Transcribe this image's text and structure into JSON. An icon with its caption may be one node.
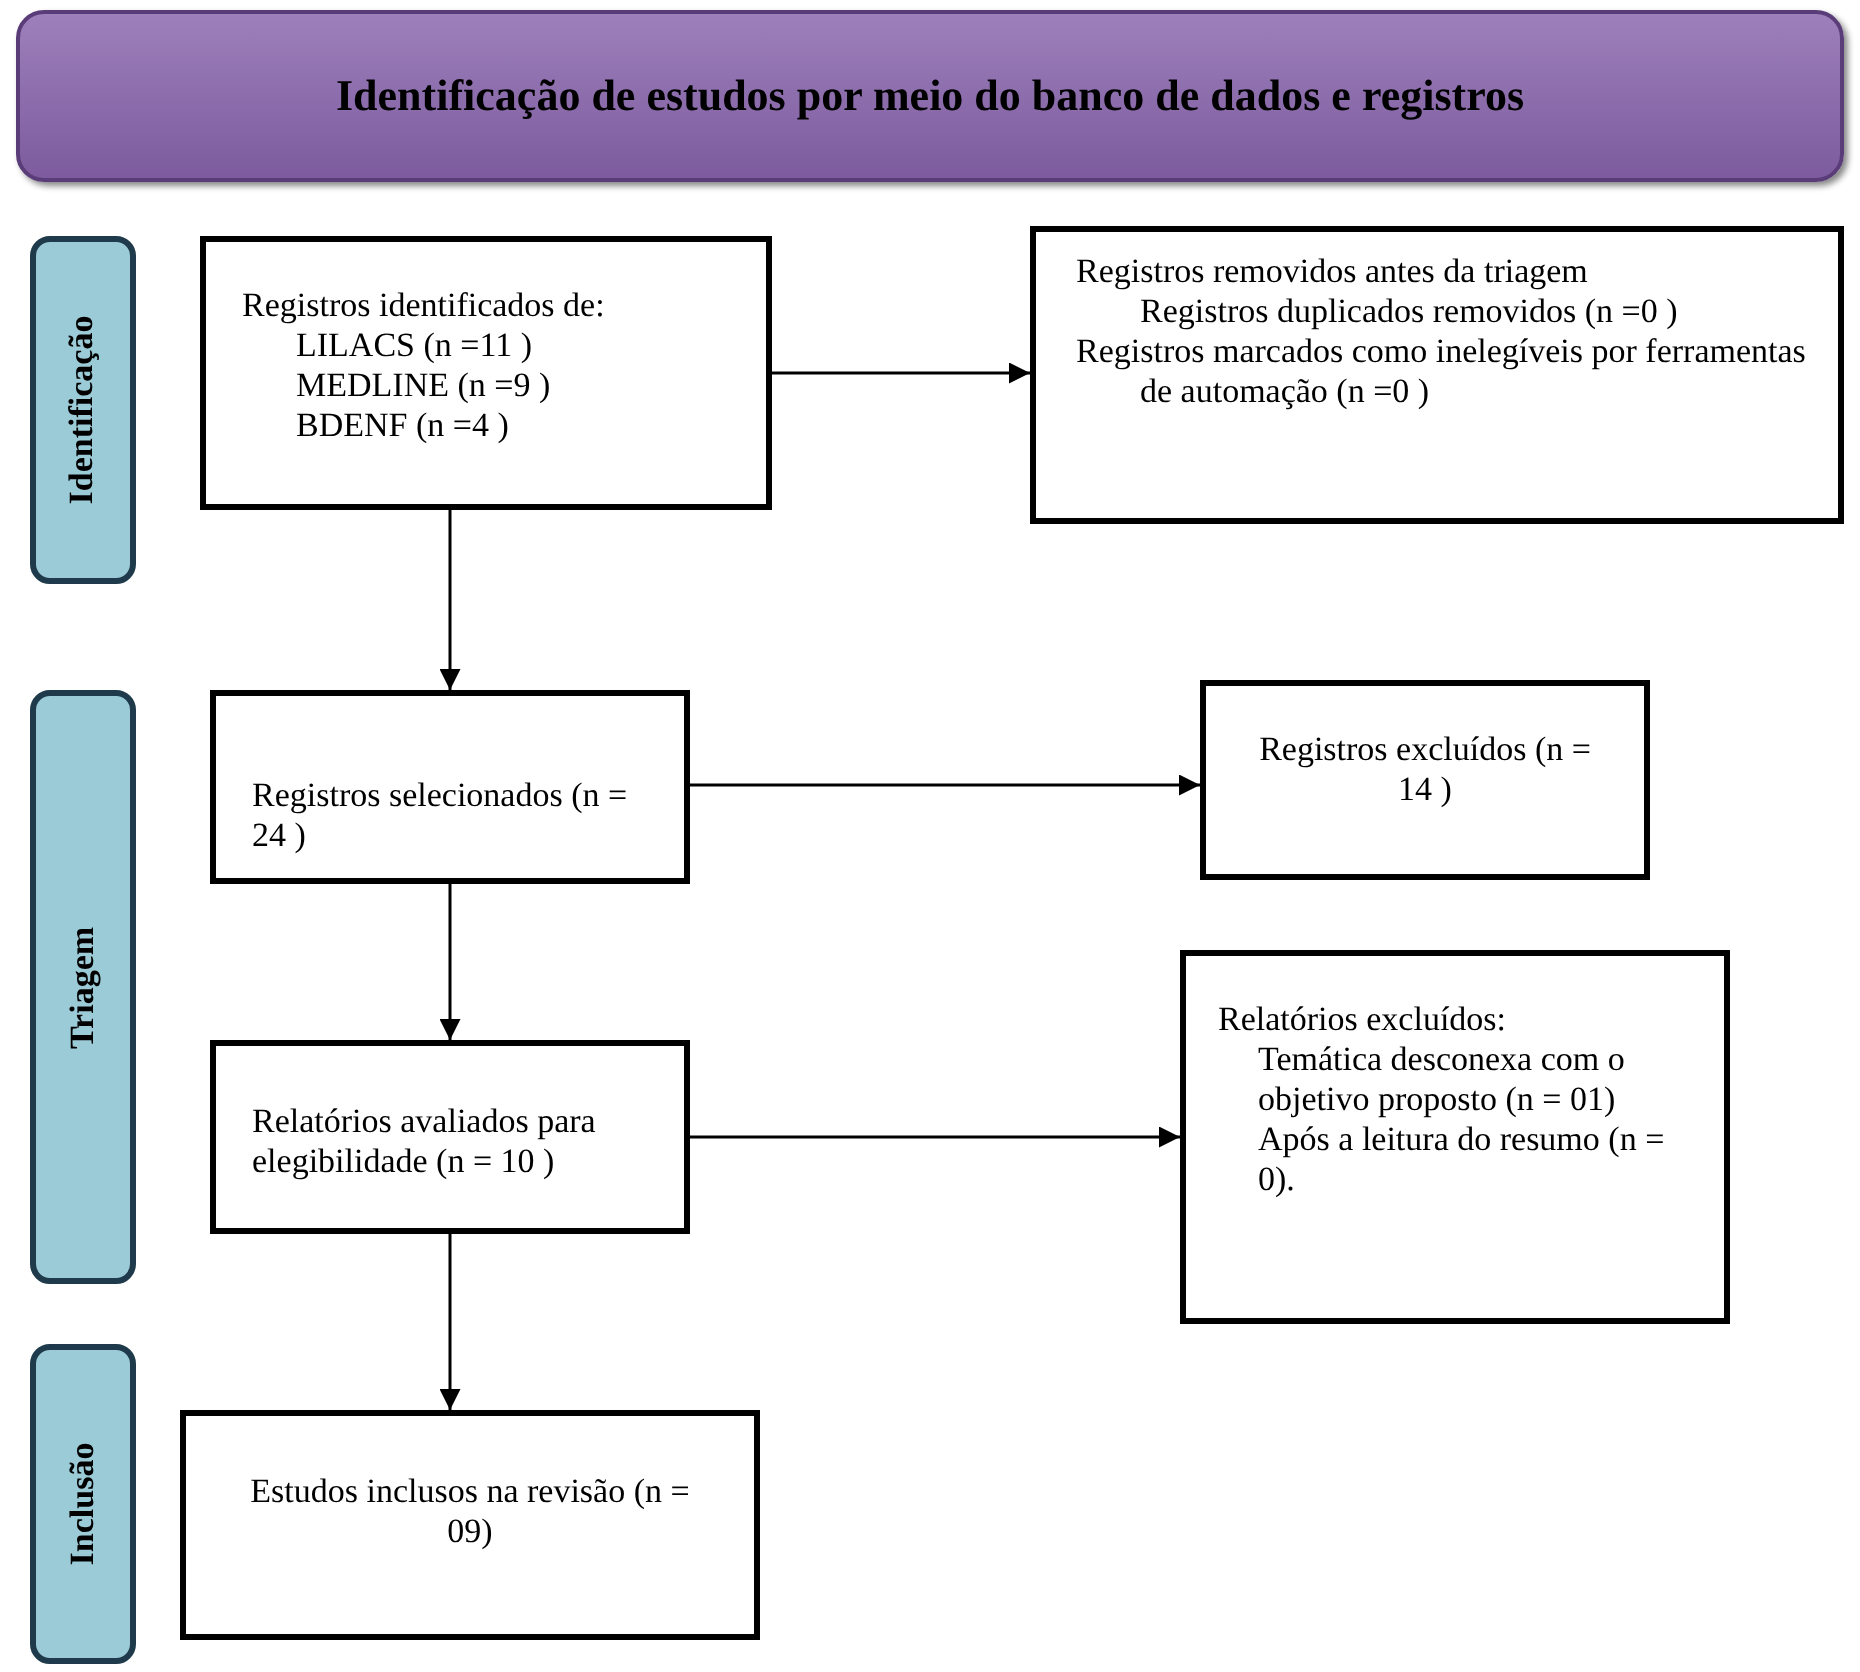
{
  "diagram": {
    "nodes": [
      {
        "text": [
          "Identificação de estudos por meio do banco de dados e registros"
        ]
      },
      {
        "text": [
          "Identificação"
        ]
      },
      {
        "text": [
          "Triagem"
        ]
      },
      {
        "text": [
          "Inclusão"
        ]
      },
      {
        "text": [
          "Registros identificados de:",
          "LILACS (n =11 )",
          "MEDLINE (n =9 )",
          "BDENF (n =4 )"
        ]
      },
      {
        "text": [
          "Registros removidos antes da triagem",
          "Registros duplicados removidos (n =0 )",
          "Registros marcados como inelegíveis por ferramentas de automação (n =0 )"
        ]
      },
      {
        "text": [
          "Registros selecionados (n = 24 )"
        ]
      },
      {
        "text": [
          "Registros excluídos (n = 14 )"
        ]
      },
      {
        "text": [
          "Relatórios avaliados para elegibilidade (n = 10 )"
        ]
      },
      {
        "text": [
          "Relatórios excluídos:",
          "Temática desconexa com o objetivo proposto (n = 01)",
          "Após a leitura do resumo (n = 0)."
        ]
      },
      {
        "text": [
          "Estudos inclusos na revisão (n = 09)"
        ]
      }
    ],
    "edges": [
      {
        "from": 4,
        "to": 5,
        "arrow": "to"
      },
      {
        "from": 4,
        "to": 6,
        "arrow": "to"
      },
      {
        "from": 6,
        "to": 7,
        "arrow": "to"
      },
      {
        "from": 6,
        "to": 8,
        "arrow": "to"
      },
      {
        "from": 8,
        "to": 9,
        "arrow": "to"
      },
      {
        "from": 8,
        "to": 10,
        "arrow": "to"
      }
    ]
  }
}
